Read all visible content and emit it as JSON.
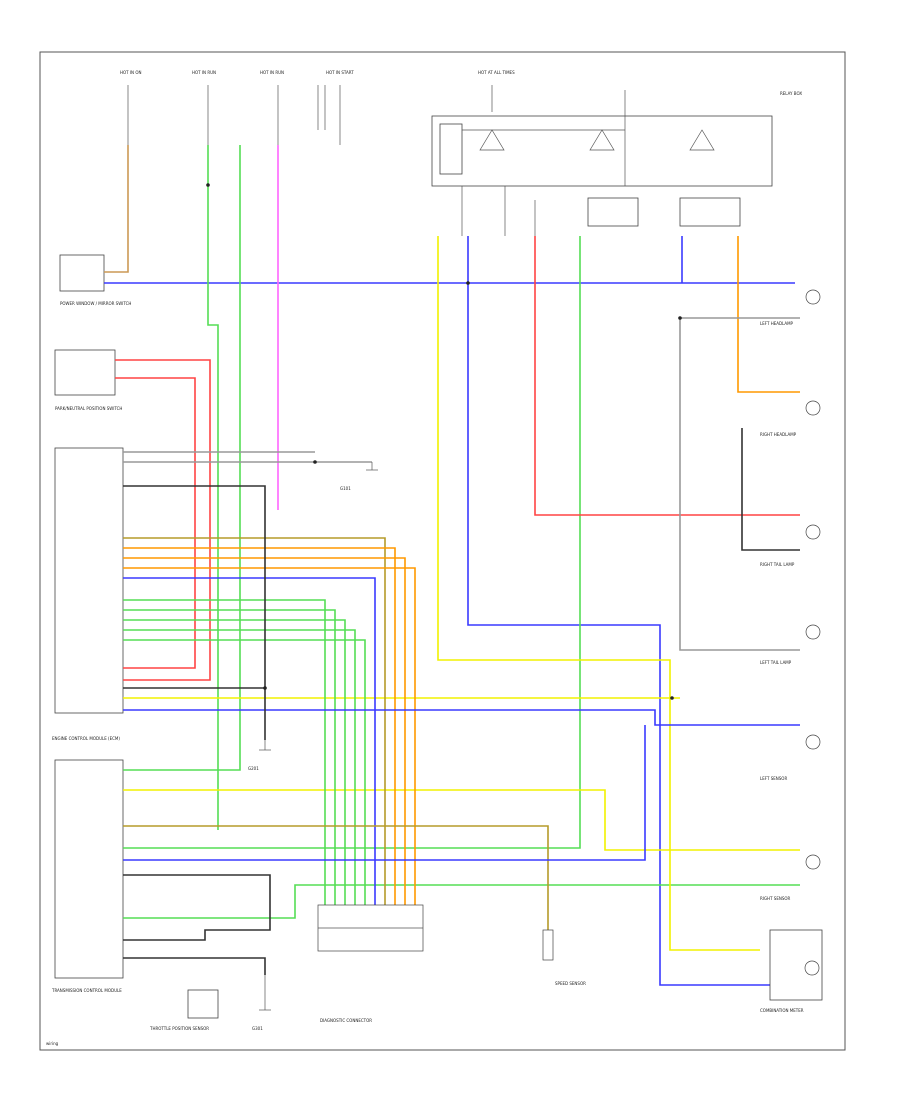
{
  "page_code": "wiring",
  "fuse_labels": {
    "f1": "HOT IN ON",
    "f2": "HOT IN RUN",
    "f3": "HOT IN RUN",
    "f4": "HOT IN START",
    "f5": "HOT AT ALL TIMES"
  },
  "modules": {
    "upper_left_switch": "POWER WINDOW / MIRROR SWITCH",
    "pnp_switch": "PARK/NEUTRAL POSITION SWITCH",
    "ecm": "ENGINE CONTROL MODULE (ECM)",
    "tcm": "TRANSMISSION CONTROL MODULE",
    "ground_left": "G101",
    "ground_center": "G201",
    "ground_bottom": "G301",
    "connector_block": "DIAGNOSTIC CONNECTOR",
    "bottom_small": "SPEED SENSOR",
    "lower_left_sensor": "THROTTLE POSITION SENSOR",
    "right_lamp_1": "LEFT HEADLAMP",
    "right_lamp_2": "RIGHT HEADLAMP",
    "right_lamp_3": "RIGHT TAIL LAMP",
    "right_lamp_4": "LEFT TAIL LAMP",
    "right_sensor_1": "LEFT SENSOR",
    "right_sensor_2": "RIGHT SENSOR",
    "combination_meter": "COMBINATION METER",
    "relay_box": "RELAY BOX"
  },
  "colors": {
    "blue": "#3a3aff",
    "green": "#55dd55",
    "yellow": "#f2f200",
    "pink": "#ff66ff",
    "red": "#ff4444",
    "orange": "#ff9900",
    "tan": "#cc9955",
    "olive": "#b59b2a",
    "gray": "#999999",
    "black": "#333333",
    "purple": "#8844cc"
  }
}
